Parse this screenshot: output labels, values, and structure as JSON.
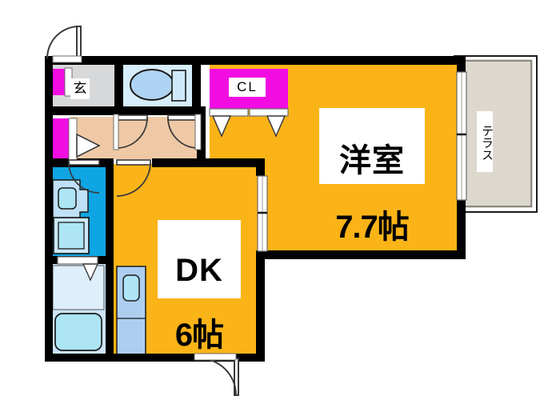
{
  "plan": {
    "title": "Apartment floor plan",
    "type": "1DK floor plan (madori-zu)",
    "rooms": [
      {
        "id": "washitsu",
        "label_line1": "洋室",
        "label_line2": "7.7帖",
        "name_en": "Western-style room",
        "size_jo": 7.7,
        "floor_color": "#FBB417"
      },
      {
        "id": "dk",
        "label_line1": "DK",
        "label_line2": "6帖",
        "name_en": "Dining Kitchen",
        "size_jo": 6,
        "floor_color": "#FBB417"
      },
      {
        "id": "closet",
        "label": "CL",
        "name_en": "Closet",
        "floor_color": "#F10DE1"
      },
      {
        "id": "genkan",
        "label": "玄",
        "name_en": "Entrance",
        "floor_color": "#D7D8DA"
      },
      {
        "id": "terrace",
        "label": "テラス",
        "name_en": "Terrace",
        "floor_color": "#DDD8CE"
      },
      {
        "id": "toilet",
        "label": "",
        "name_en": "Toilet",
        "floor_color": "#D6EDFB"
      },
      {
        "id": "washroom",
        "label": "",
        "name_en": "Washroom / Vanity",
        "floor_color": "#0FA5E4"
      },
      {
        "id": "bath",
        "label": "",
        "name_en": "Bathroom",
        "floor_color": "#CBE4F7"
      },
      {
        "id": "hallway",
        "label": "",
        "name_en": "Hallway",
        "floor_color": "#EFC9A6"
      }
    ],
    "colors": {
      "wall": "#000000",
      "floor_orange": "#FBB417",
      "closet_magenta": "#F10DE1",
      "washroom_blue": "#0FA5E4",
      "bath_blue": "#CBE4F7",
      "fixture_cyan": "#ADE5F5",
      "fixture_blue": "#AECEF0",
      "toilet_floor": "#D6EDFB",
      "hallway_tan": "#EFC9A6",
      "genkan_gray": "#D7D8DA",
      "terrace_beige": "#DDD8CE",
      "background": "#FFFFFF",
      "line": "#1A1A1A"
    },
    "fixtures": [
      {
        "id": "toilet-bowl",
        "name_en": "Toilet bowl"
      },
      {
        "id": "toilet-tank",
        "name_en": "Toilet tank"
      },
      {
        "id": "vanity-sink",
        "name_en": "Vanity sink"
      },
      {
        "id": "washing-machine",
        "name_en": "Washing machine space"
      },
      {
        "id": "bathtub",
        "name_en": "Bathtub"
      },
      {
        "id": "kitchen-sink",
        "name_en": "Kitchen sink"
      },
      {
        "id": "kitchen-counter",
        "name_en": "Kitchen counter"
      }
    ],
    "doors": [
      {
        "id": "entrance-door",
        "name_en": "Entrance door"
      },
      {
        "id": "toilet-door",
        "name_en": "Toilet door"
      },
      {
        "id": "hallway-to-room-door",
        "name_en": "Hallway to room door"
      },
      {
        "id": "washroom-door",
        "name_en": "Washroom door"
      },
      {
        "id": "dk-hall-door",
        "name_en": "DK hallway door"
      },
      {
        "id": "dk-exterior-door",
        "name_en": "DK exterior door"
      },
      {
        "id": "shoe-cabinet",
        "name_en": "Shoe cabinet"
      },
      {
        "id": "closet-sliding-doors",
        "name_en": "Closet sliding doors"
      },
      {
        "id": "dk-room-sliding-door",
        "name_en": "DK to room sliding door"
      },
      {
        "id": "terrace-window",
        "name_en": "Terrace sliding window"
      }
    ]
  }
}
